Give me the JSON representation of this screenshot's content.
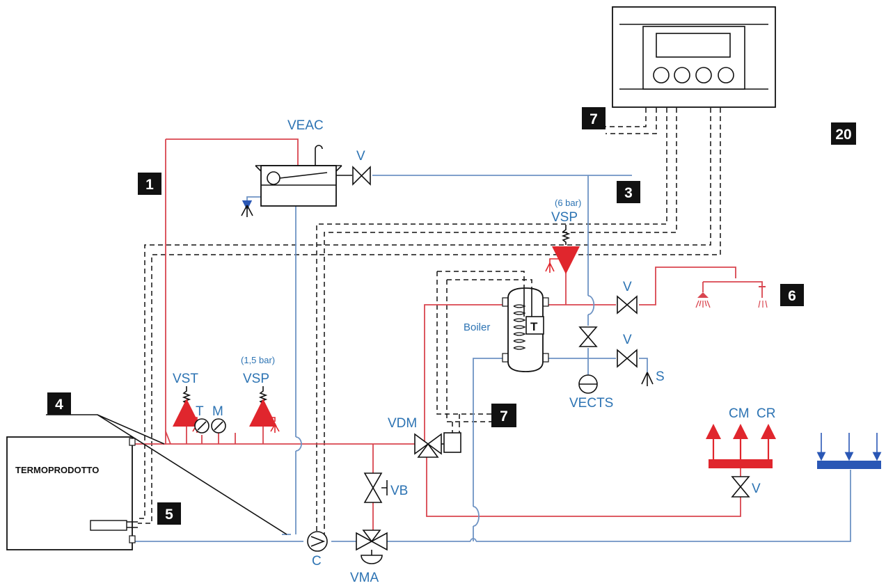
{
  "labels": {
    "veac": "VEAC",
    "v_top": "V",
    "vsp_right_pressure": "(6 bar)",
    "vsp_right": "VSP",
    "vst": "VST",
    "t": "T",
    "m": "M",
    "vsp_left_pressure": "(1,5 bar)",
    "vsp_left": "VSP",
    "boiler": "Boiler",
    "boiler_t": "T",
    "v_hot": "V",
    "v_cold": "V",
    "s": "S",
    "vects": "VECTS",
    "vdm": "VDM",
    "vb": "VB",
    "c": "C",
    "vma": "VMA",
    "cm": "CM",
    "cr": "CR",
    "v_collector": "V",
    "termoprodotto": "TERMOPRODOTTO"
  },
  "numbers": {
    "n1": "1",
    "n3": "3",
    "n4": "4",
    "n5": "5",
    "n6": "6",
    "n7_top": "7",
    "n7_mid": "7",
    "n20": "20"
  },
  "colors": {
    "hot_pipe": "#d9454f",
    "cold_pipe": "#6e93c4",
    "label_blue": "#2c73b3",
    "collector_red": "#e0262d",
    "collector_blue": "#2a57b5"
  }
}
